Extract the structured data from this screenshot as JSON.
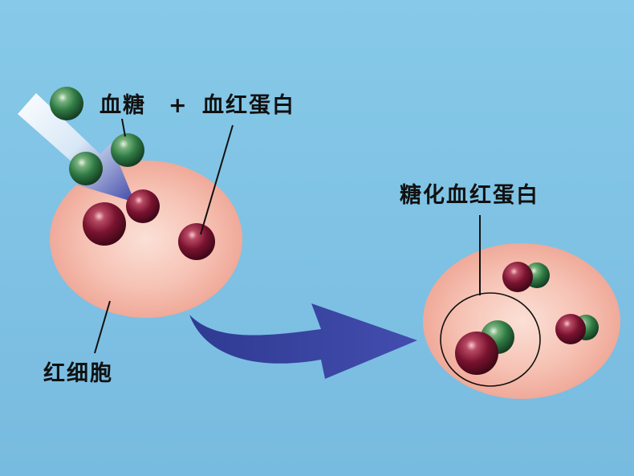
{
  "labels": {
    "glucose": "血糖",
    "plus": "+",
    "hemoglobin": "血红蛋白",
    "glycated_hemoglobin": "糖化血红蛋白",
    "red_blood_cell": "红细胞"
  },
  "colors": {
    "background": "#80c3e5",
    "cell": "#f2b3a6",
    "hemoglobin_ball": "#7a1330",
    "glucose_ball": "#2f7a44",
    "arrow": "#3d3f9c"
  }
}
